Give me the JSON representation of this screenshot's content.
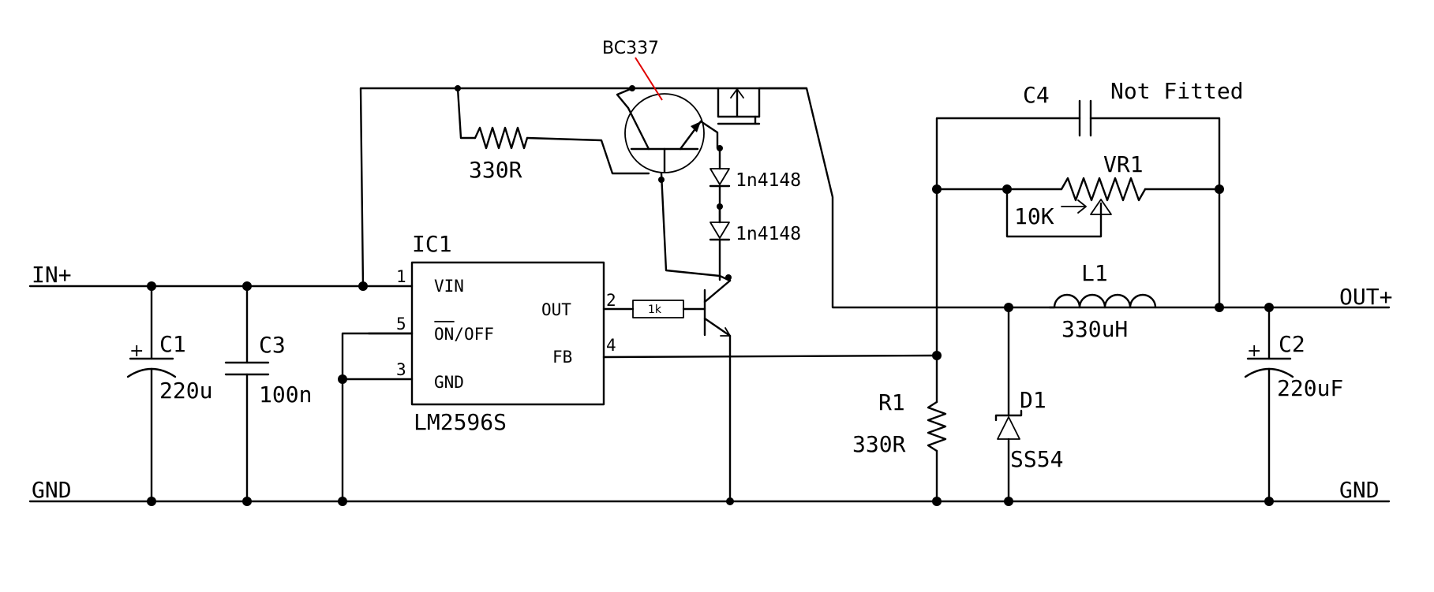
{
  "nets": {
    "in_plus": "IN+",
    "gnd_left": "GND",
    "out_plus": "OUT+",
    "gnd_right": "GND"
  },
  "ic1": {
    "ref": "IC1",
    "part": "LM2596S",
    "pins": [
      {
        "num": "1",
        "name": "VIN"
      },
      {
        "num": "5",
        "name_overbar": "ON",
        "name_rest": "/OFF"
      },
      {
        "num": "3",
        "name": "GND"
      },
      {
        "num": "2",
        "name": "OUT"
      },
      {
        "num": "4",
        "name": "FB"
      }
    ]
  },
  "c1": {
    "ref": "C1",
    "value": "220u",
    "polarity": "+"
  },
  "c3": {
    "ref": "C3",
    "value": "100n"
  },
  "c2": {
    "ref": "C2",
    "value": "220uF",
    "polarity": "+"
  },
  "c4": {
    "ref": "C4",
    "note": "Not Fitted"
  },
  "r_top": {
    "value": "330R"
  },
  "r1": {
    "ref": "R1",
    "value": "330R"
  },
  "r_base": {
    "value": "1k"
  },
  "q_bc337": {
    "label": "BC337",
    "label_color": "#e00000"
  },
  "diodes": {
    "d_upper": "1n4148",
    "d_lower": "1n4148"
  },
  "vr1": {
    "ref": "VR1",
    "value": "10K"
  },
  "l1": {
    "ref": "L1",
    "value": "330uH"
  },
  "d1": {
    "ref": "D1",
    "part": "SS54"
  }
}
